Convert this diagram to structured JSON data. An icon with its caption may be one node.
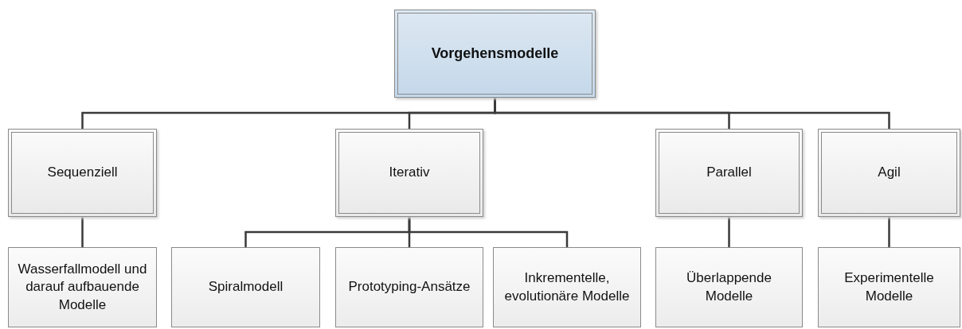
{
  "diagram": {
    "nodes": [
      {
        "text": [
          "Vorgehensmodelle"
        ]
      },
      {
        "text": [
          "Sequenziell"
        ]
      },
      {
        "text": [
          "Iterativ"
        ]
      },
      {
        "text": [
          "Parallel"
        ]
      },
      {
        "text": [
          "Agil"
        ]
      },
      {
        "text": [
          "Wasserfallmodell und darauf aufbauende Modelle"
        ]
      },
      {
        "text": [
          "Spiralmodell"
        ]
      },
      {
        "text": [
          "Prototyping-Ansätze"
        ]
      },
      {
        "text": [
          "Inkrementelle, evolutionäre Modelle"
        ]
      },
      {
        "text": [
          "Überlappende Modelle"
        ]
      },
      {
        "text": [
          "Experimentelle Modelle"
        ]
      }
    ],
    "edges": [
      {
        "from": 0,
        "to": 1,
        "arrow": "none"
      },
      {
        "from": 0,
        "to": 2,
        "arrow": "none"
      },
      {
        "from": 0,
        "to": 3,
        "arrow": "none"
      },
      {
        "from": 0,
        "to": 4,
        "arrow": "none"
      },
      {
        "from": 1,
        "to": 5,
        "arrow": "none"
      },
      {
        "from": 2,
        "to": 6,
        "arrow": "none"
      },
      {
        "from": 2,
        "to": 7,
        "arrow": "none"
      },
      {
        "from": 2,
        "to": 8,
        "arrow": "none"
      },
      {
        "from": 3,
        "to": 9,
        "arrow": "none"
      },
      {
        "from": 4,
        "to": 10,
        "arrow": "none"
      }
    ]
  }
}
